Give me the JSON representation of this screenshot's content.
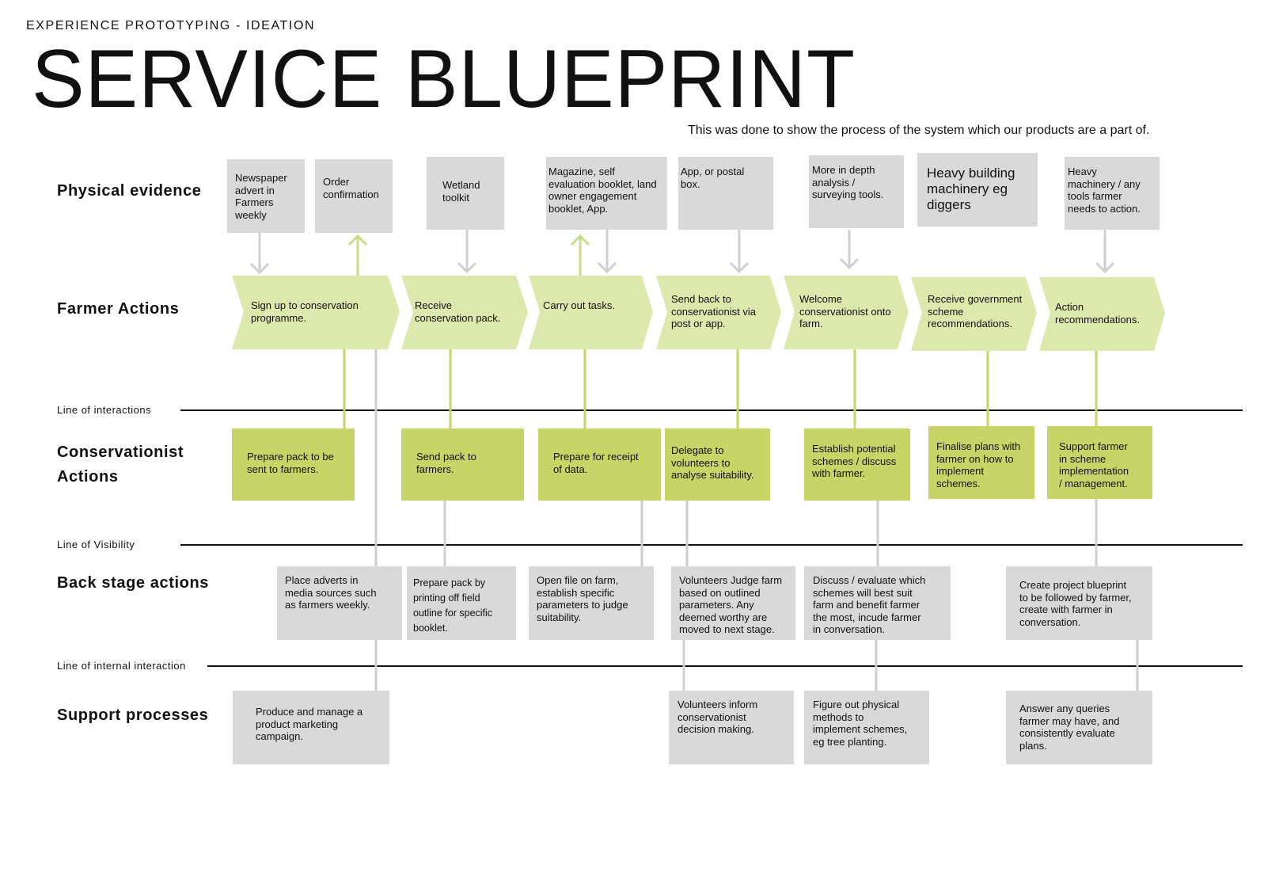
{
  "header": {
    "subtitle": "EXPERIENCE PROTOTYPING - IDEATION",
    "title": "SERVICE BLUEPRINT",
    "note": "This was done to show the process of the system which our products are a part of."
  },
  "rows": {
    "physical_evidence": "Physical evidence",
    "farmer_actions": "Farmer Actions",
    "conservationist_actions": "Conservationist\nActions",
    "back_stage_actions": "Back stage actions",
    "support_processes": "Support processes"
  },
  "lines": {
    "interactions": "Line of interactions",
    "visibility": "Line of Visibility",
    "internal": "Line of internal interaction"
  },
  "physical_evidence": [
    "Newspaper\nadvert in\nFarmers\nweekly",
    "Order\nconfirmation",
    "Wetland\ntoolkit",
    "Magazine, self\nevaluation booklet, land\nowner engagement\nbooklet, App.",
    "App, or postal\nbox.",
    "More in depth\nanalysis /\nsurveying tools.",
    "Heavy building\nmachinery eg\ndiggers",
    "Heavy\nmachinery / any\ntools farmer\nneeds to action."
  ],
  "farmer_actions": [
    "Sign up to conservation\nprogramme.",
    "Receive\nconservation pack.",
    "Carry out tasks.",
    "Send back to\nconservationist via\npost or app.",
    "Welcome\nconservationist onto\nfarm.",
    "Receive government\nscheme\nrecommendations.",
    "Action\nrecommendations."
  ],
  "conservationist_actions": [
    "Prepare pack to be\nsent to farmers.",
    "Send pack to\nfarmers.",
    "Prepare for receipt\nof data.",
    "Delegate to\nvolunteers to\nanalyse suitability.",
    "Establish potential\nschemes / discuss\nwith farmer.",
    "Finalise plans with\nfarmer on how to\nimplement\nschemes.",
    "Support farmer\nin scheme\nimplementation\n/ management."
  ],
  "back_stage_actions": [
    "Place adverts in\nmedia sources such\nas farmers weekly.",
    "Prepare pack by\nprinting off field\noutline for specific\nbooklet.",
    "Open file on farm,\nestablish specific\nparameters to judge\nsuitability.",
    "Volunteers Judge farm\nbased on outlined\nparameters. Any\ndeemed worthy are\nmoved to next stage.",
    "Discuss / evaluate which\nschemes will best suit\nfarm and benefit farmer\nthe most, incude farmer\nin conversation.",
    "Create project blueprint\nto be followed by farmer,\ncreate with farmer in\nconversation."
  ],
  "support_processes": [
    "Produce and manage a\nproduct marketing\ncampaign.",
    "Volunteers inform\nconservationist\ndecision making.",
    "Figure out physical\nmethods to\nimplement schemes,\neg tree planting.",
    "Answer any queries\nfarmer may have, and\nconsistently evaluate\nplans."
  ],
  "colors": {
    "chevron_green": "#dde8ad",
    "box_green": "#c6d565",
    "connector_green": "#c6d565",
    "arrow_green": "#c8dc86",
    "grey_box": "#d9d9d9",
    "grey_connector": "#cfcfcf"
  }
}
